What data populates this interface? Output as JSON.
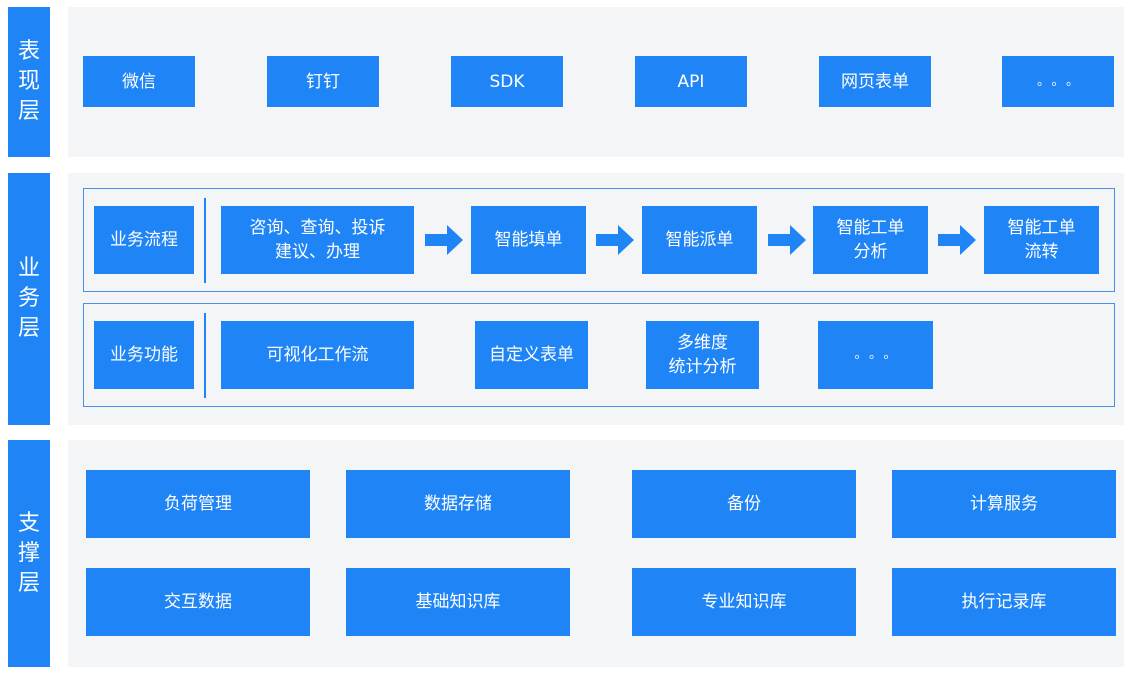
{
  "layers": {
    "presentation": {
      "label": [
        "表",
        "现",
        "层"
      ],
      "items": [
        "微信",
        "钉钉",
        "SDK",
        "API",
        "网页表单",
        "。。。"
      ]
    },
    "business": {
      "label": [
        "业",
        "务",
        "层"
      ],
      "process": {
        "title": "业务流程",
        "steps": [
          [
            "咨询、查询、投诉",
            "建议、办理"
          ],
          [
            "智能填单"
          ],
          [
            "智能派单"
          ],
          [
            "智能工单",
            "分析"
          ],
          [
            "智能工单",
            "流转"
          ]
        ]
      },
      "function": {
        "title": "业务功能",
        "items": [
          [
            "可视化工作流"
          ],
          [
            "自定义表单"
          ],
          [
            "多维度",
            "统计分析"
          ],
          [
            "。。。"
          ]
        ]
      }
    },
    "support": {
      "label": [
        "支",
        "撑",
        "层"
      ],
      "row1": [
        "负荷管理",
        "数据存储",
        "备份",
        "计算服务"
      ],
      "row2": [
        "交互数据",
        "基础知识库",
        "专业知识库",
        "执行记录库"
      ]
    }
  },
  "colors": {
    "accent": "#1f85f6",
    "panel": "#f4f5f7",
    "frame": "#4a90e6"
  }
}
